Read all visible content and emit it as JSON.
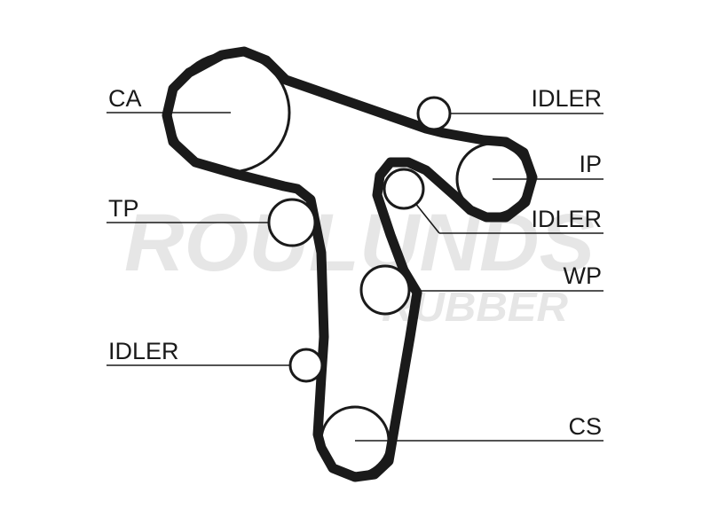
{
  "watermark": {
    "line1": "ROULUNDS",
    "line2": "RUBBER"
  },
  "labels": {
    "ca": "CA",
    "idler_top": "IDLER",
    "ip": "IP",
    "tp": "TP",
    "idler_mid": "IDLER",
    "wp": "WP",
    "idler_left": "IDLER",
    "cs": "CS"
  },
  "colors": {
    "ink": "#1a1a1a",
    "watermark": "#e6e6e6",
    "background": "#ffffff"
  }
}
